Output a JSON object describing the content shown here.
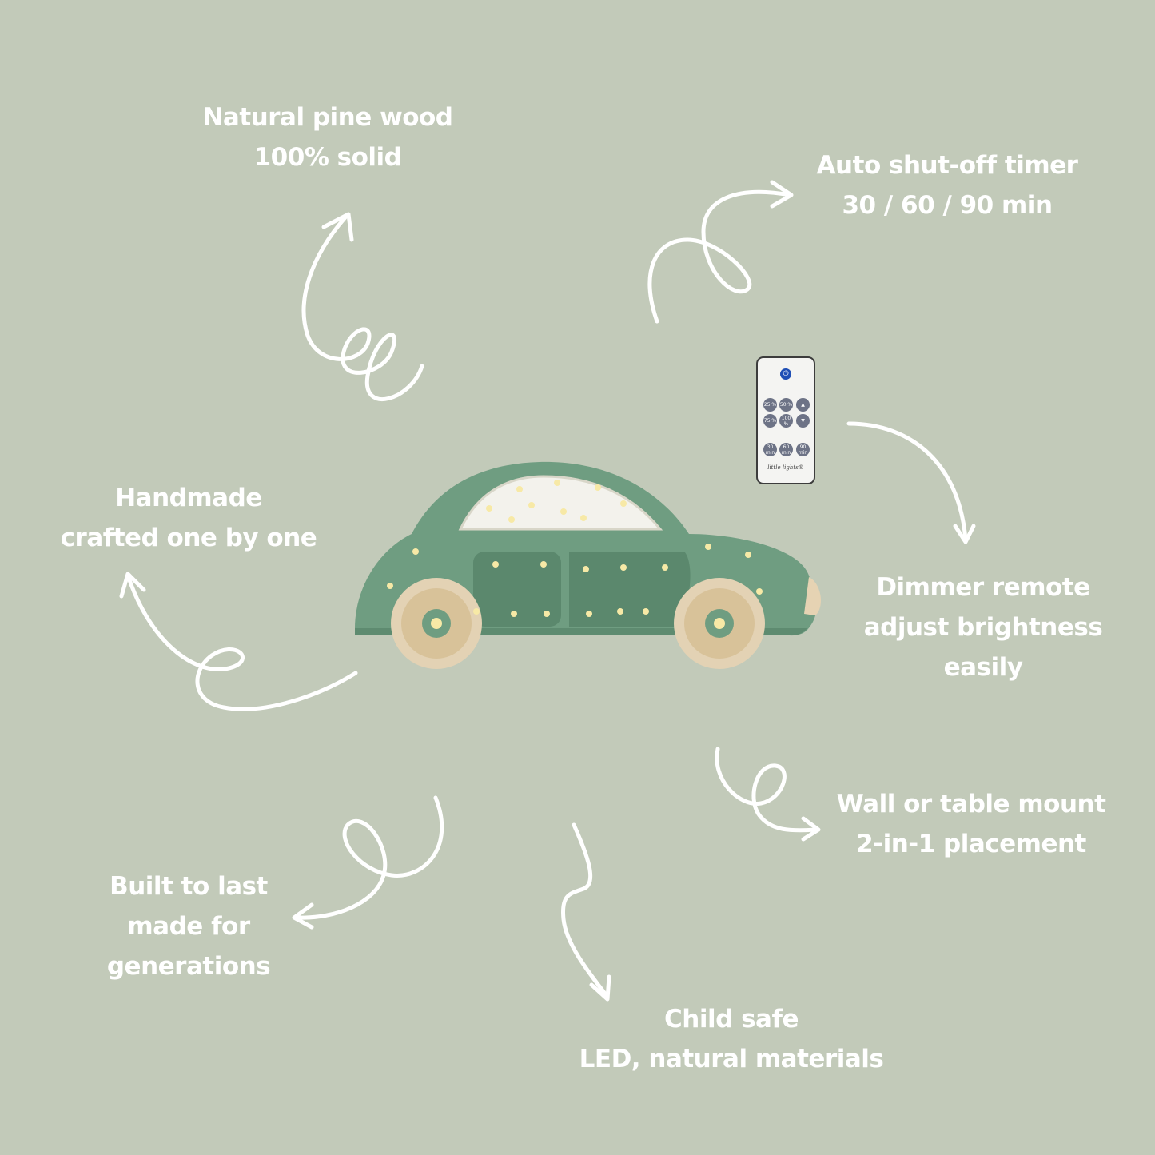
{
  "colors": {
    "background": "#c2cab9",
    "text": "#ffffff",
    "car_body": "#6f9d81",
    "wood": "#e6d3b3",
    "led": "#f7e9a6"
  },
  "features": {
    "natural_wood": {
      "line1": "Natural pine wood",
      "line2": "100% solid"
    },
    "timer": {
      "line1": "Auto shut-off timer",
      "line2": "30 / 60 / 90 min"
    },
    "handmade": {
      "line1": "Handmade",
      "line2": "crafted one by one"
    },
    "dimmer": {
      "line1": "Dimmer remote",
      "line2": "adjust brightness",
      "line3": "easily"
    },
    "mount": {
      "line1": "Wall or table mount",
      "line2": "2-in-1 placement"
    },
    "durable": {
      "line1": "Built to last",
      "line2": "made for",
      "line3": "generations"
    },
    "safety": {
      "line1": "Child safe",
      "line2": "LED, natural materials"
    }
  },
  "remote": {
    "power_icon": "power-icon",
    "buttons": [
      "25 %",
      "50 %",
      "up-arrow-icon",
      "75 %",
      "100 %",
      "down-arrow-icon",
      "30 min",
      "60 min",
      "90 min"
    ],
    "brand": "little lights®"
  }
}
